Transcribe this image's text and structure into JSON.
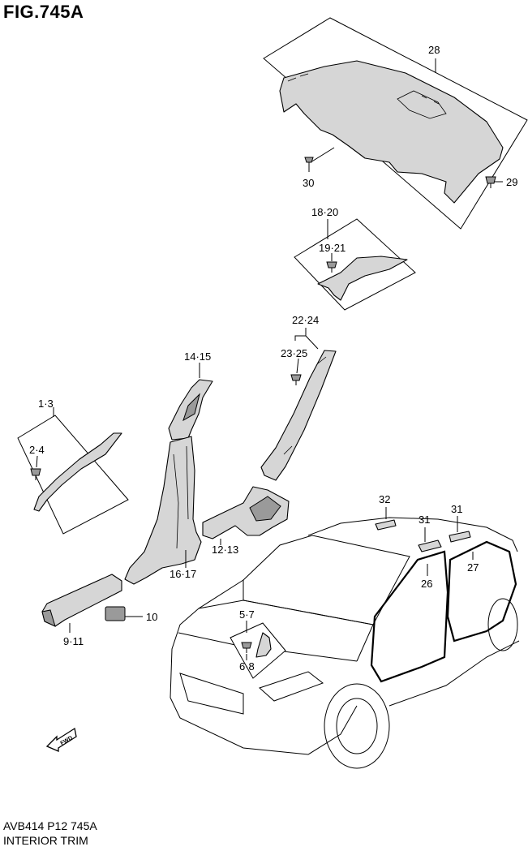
{
  "figure": {
    "title": "FIG.745A",
    "code": "AVB414 P12 745A",
    "name": "INTERIOR TRIM"
  },
  "callouts": {
    "c28": "28",
    "c29": "29",
    "c30": "30",
    "c18_20": "18·20",
    "c19_21": "19·21",
    "c22_24": "22·24",
    "c23_25": "23·25",
    "c14_15": "14·15",
    "c1_3": "1·3",
    "c2_4": "2·4",
    "c12_13": "12·13",
    "c16_17": "16·17",
    "c9_11": "9·11",
    "c10": "10",
    "c32": "32",
    "c31a": "31",
    "c31b": "31",
    "c26": "26",
    "c27": "27",
    "c5_7": "5·7",
    "c6_8": "6·8"
  },
  "fwd_arrow": {
    "label": "FWD"
  }
}
